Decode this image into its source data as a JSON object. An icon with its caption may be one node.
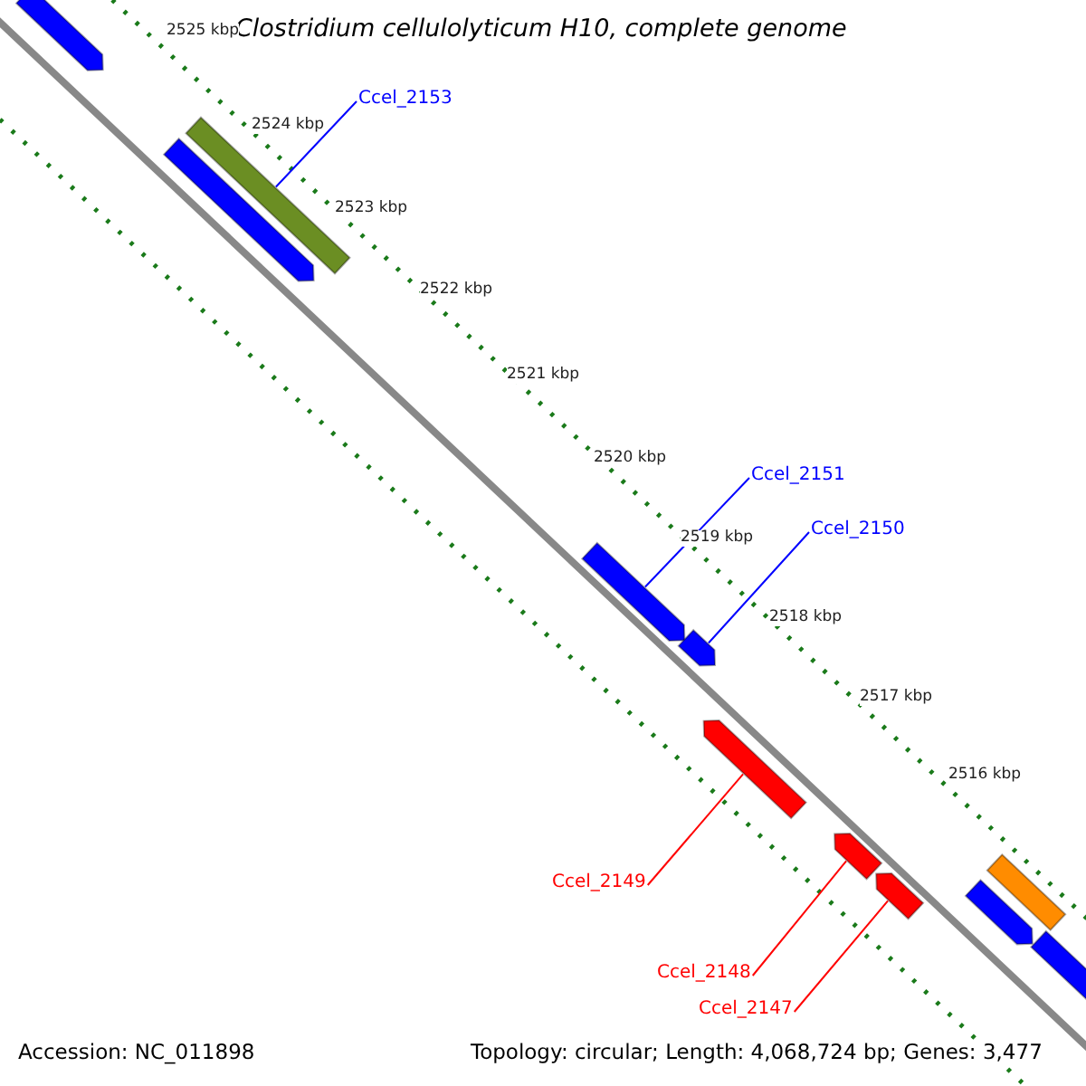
{
  "diagram": {
    "title": "Clostridium cellulolyticum H10, complete genome",
    "nodes": [
      {
        "text": [
          "Ccel_2153"
        ]
      },
      {
        "text": [
          "Ccel_2151"
        ]
      },
      {
        "text": [
          "Ccel_2150"
        ]
      },
      {
        "text": [
          "Ccel_2149"
        ]
      },
      {
        "text": [
          "Ccel_2148"
        ]
      },
      {
        "text": [
          "Ccel_2147"
        ]
      },
      {
        "text": [],
        "shape": "arrow"
      },
      {
        "text": [],
        "shape": "bar"
      },
      {
        "text": [],
        "shape": "arrow"
      },
      {
        "text": [],
        "shape": "arrow"
      },
      {
        "text": [],
        "shape": "arrow"
      },
      {
        "text": [],
        "shape": "arrow"
      },
      {
        "text": [],
        "shape": "arrow"
      },
      {
        "text": [],
        "shape": "arrow"
      },
      {
        "text": [],
        "shape": "bar"
      },
      {
        "text": [],
        "shape": "arrow"
      },
      {
        "text": [],
        "shape": "arrow"
      }
    ],
    "edges": [
      {
        "from": 0,
        "to": 7,
        "arrow": "none",
        "color": "#0000ff"
      },
      {
        "from": 1,
        "to": 9,
        "arrow": "none",
        "color": "#0000ff"
      },
      {
        "from": 2,
        "to": 10,
        "arrow": "none",
        "color": "#0000ff"
      },
      {
        "from": 3,
        "to": 11,
        "arrow": "none",
        "color": "#ff0000"
      },
      {
        "from": 4,
        "to": 12,
        "arrow": "none",
        "color": "#ff0000"
      },
      {
        "from": 5,
        "to": 13,
        "arrow": "none",
        "color": "#ff0000"
      }
    ],
    "labels": [
      "2525 kbp",
      "2524 kbp",
      "2523 kbp",
      "2522 kbp",
      "2521 kbp",
      "2520 kbp",
      "2519 kbp",
      "2518 kbp",
      "2517 kbp",
      "2516 kbp",
      "Accession: NC_011898",
      "Topology: circular; Length: 4,068,724 bp; Genes: 3,477"
    ]
  }
}
